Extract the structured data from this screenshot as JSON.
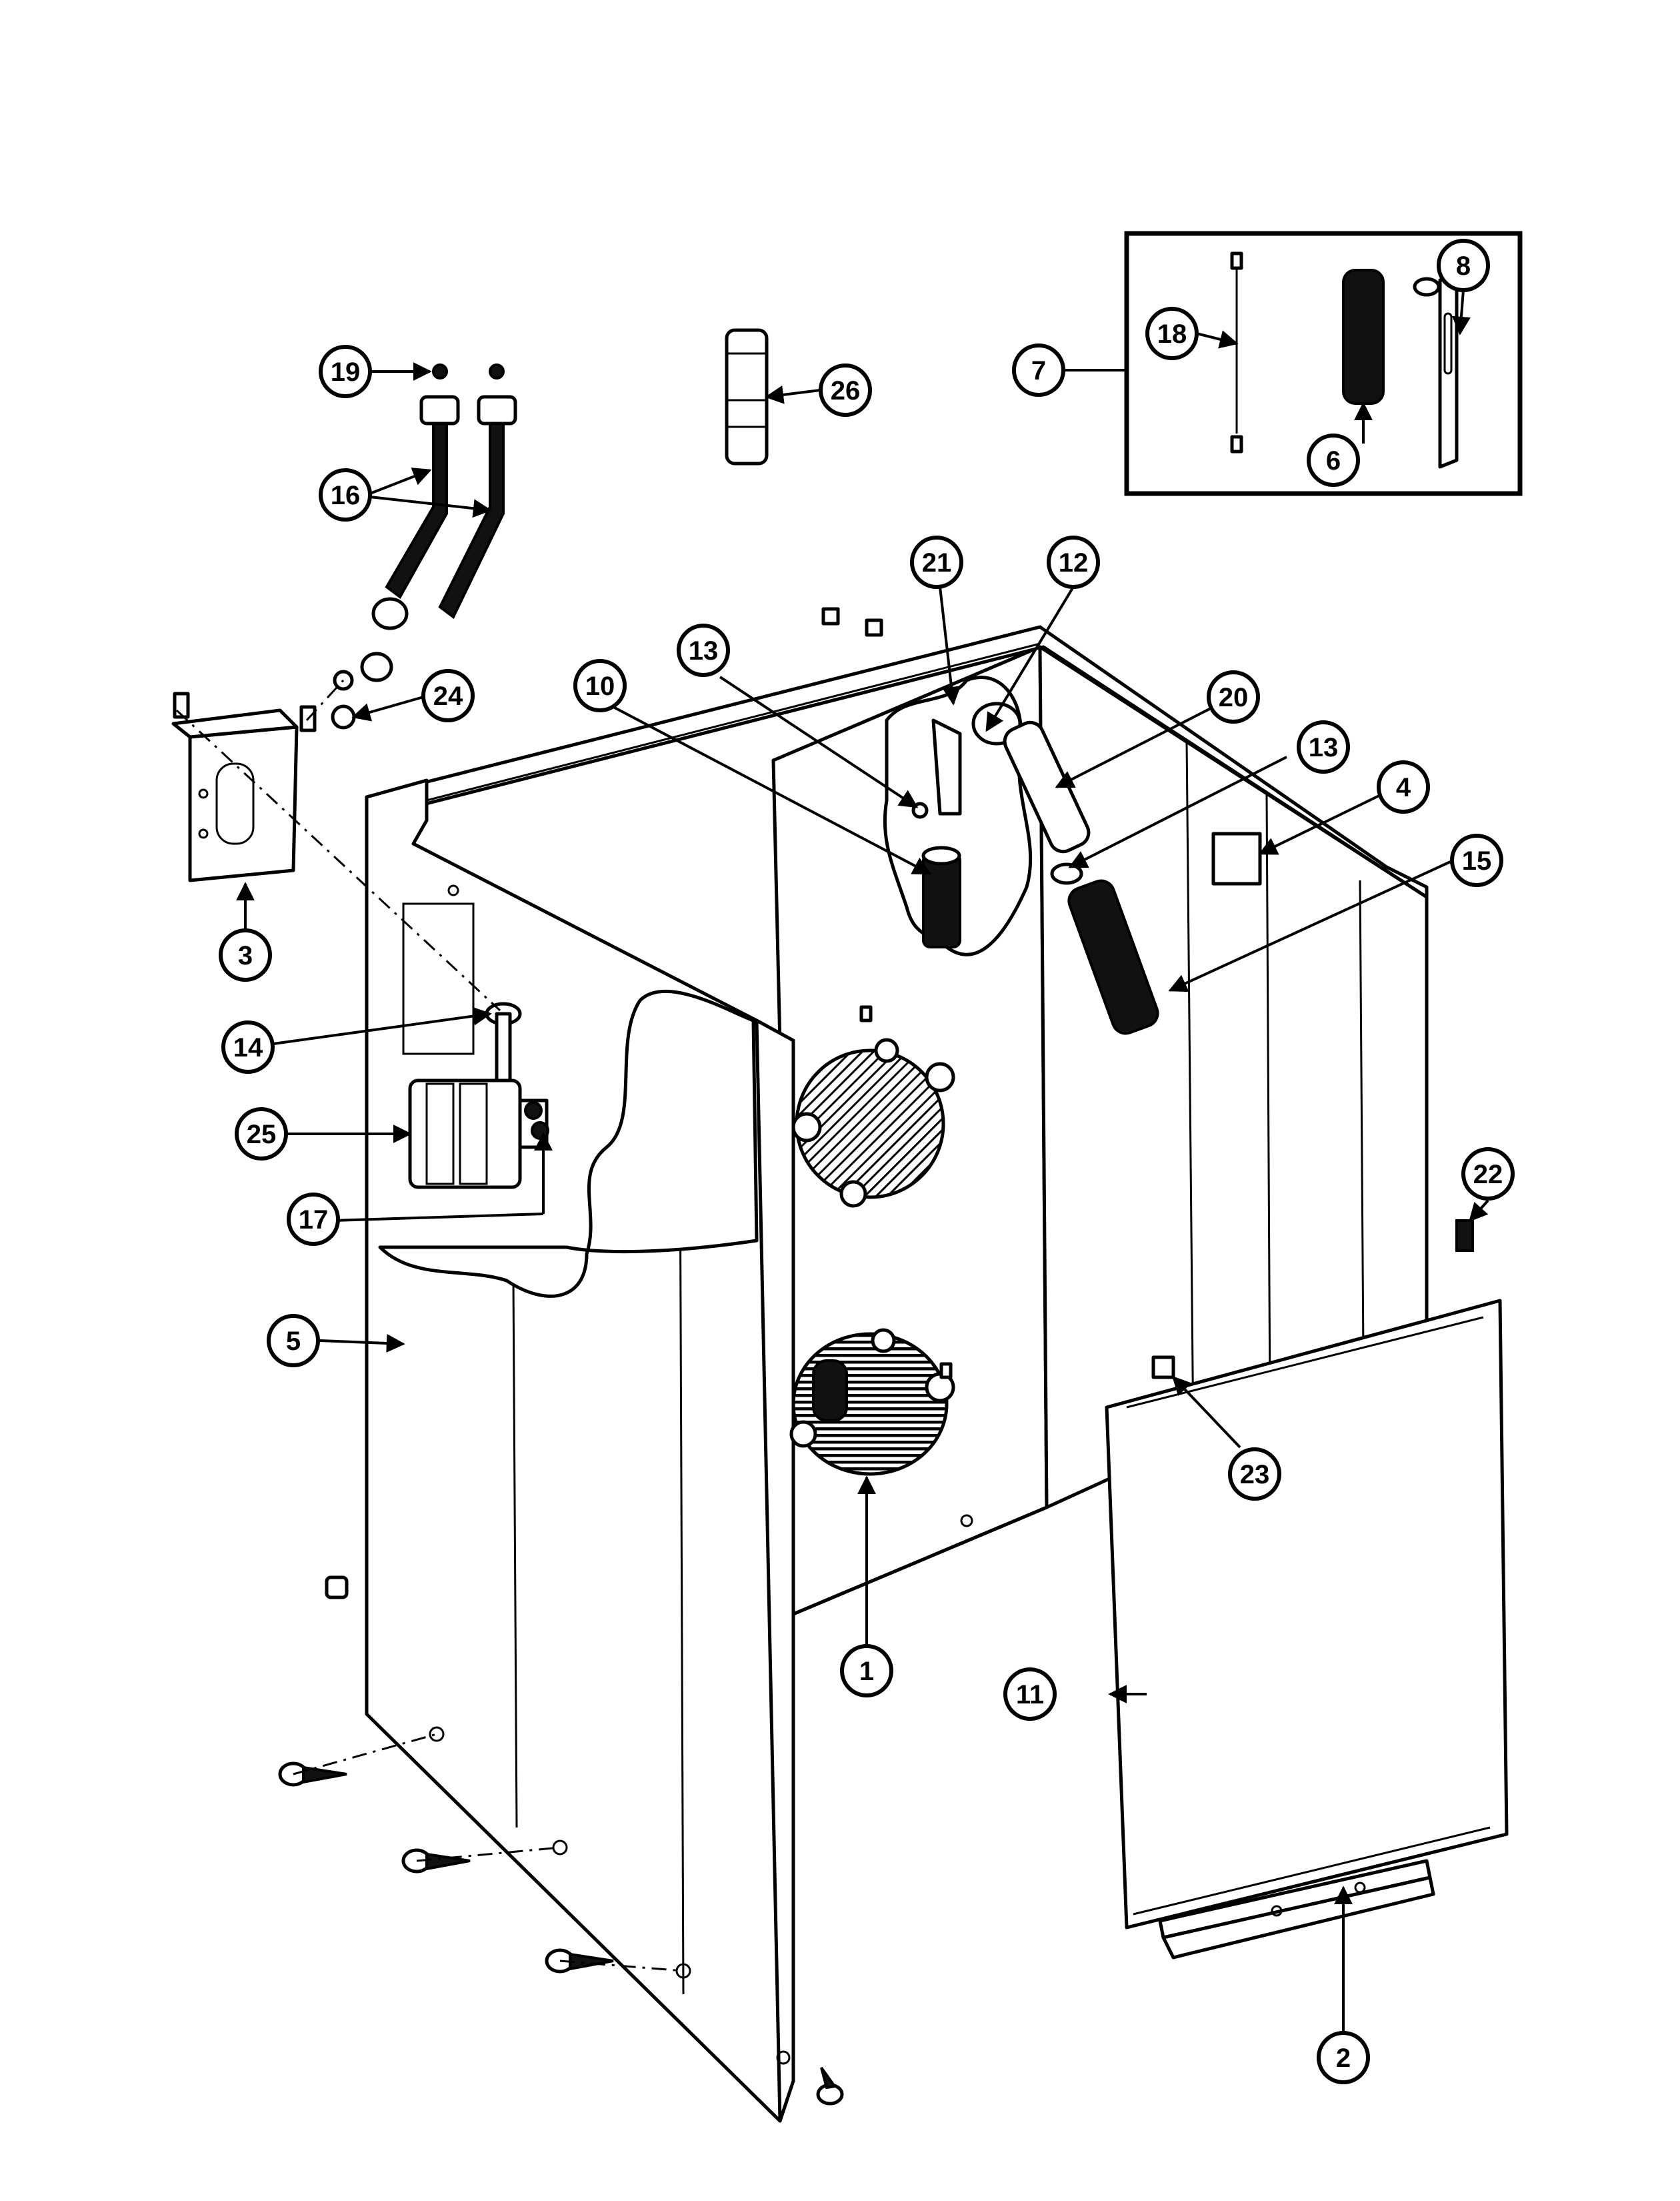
{
  "diagram": {
    "callouts": [
      {
        "id": "c1",
        "label": "1"
      },
      {
        "id": "c2",
        "label": "2"
      },
      {
        "id": "c3",
        "label": "3"
      },
      {
        "id": "c4",
        "label": "4"
      },
      {
        "id": "c5",
        "label": "5"
      },
      {
        "id": "c6",
        "label": "6"
      },
      {
        "id": "c7",
        "label": "7"
      },
      {
        "id": "c8",
        "label": "8"
      },
      {
        "id": "c10",
        "label": "10"
      },
      {
        "id": "c11",
        "label": "11"
      },
      {
        "id": "c12",
        "label": "12"
      },
      {
        "id": "c13a",
        "label": "13"
      },
      {
        "id": "c13b",
        "label": "13"
      },
      {
        "id": "c14",
        "label": "14"
      },
      {
        "id": "c15",
        "label": "15"
      },
      {
        "id": "c16",
        "label": "16"
      },
      {
        "id": "c17",
        "label": "17"
      },
      {
        "id": "c18",
        "label": "18"
      },
      {
        "id": "c19",
        "label": "19"
      },
      {
        "id": "c20",
        "label": "20"
      },
      {
        "id": "c21",
        "label": "21"
      },
      {
        "id": "c22",
        "label": "22"
      },
      {
        "id": "c23",
        "label": "23"
      },
      {
        "id": "c24",
        "label": "24"
      },
      {
        "id": "c25",
        "label": "25"
      },
      {
        "id": "c26",
        "label": "26"
      }
    ]
  }
}
